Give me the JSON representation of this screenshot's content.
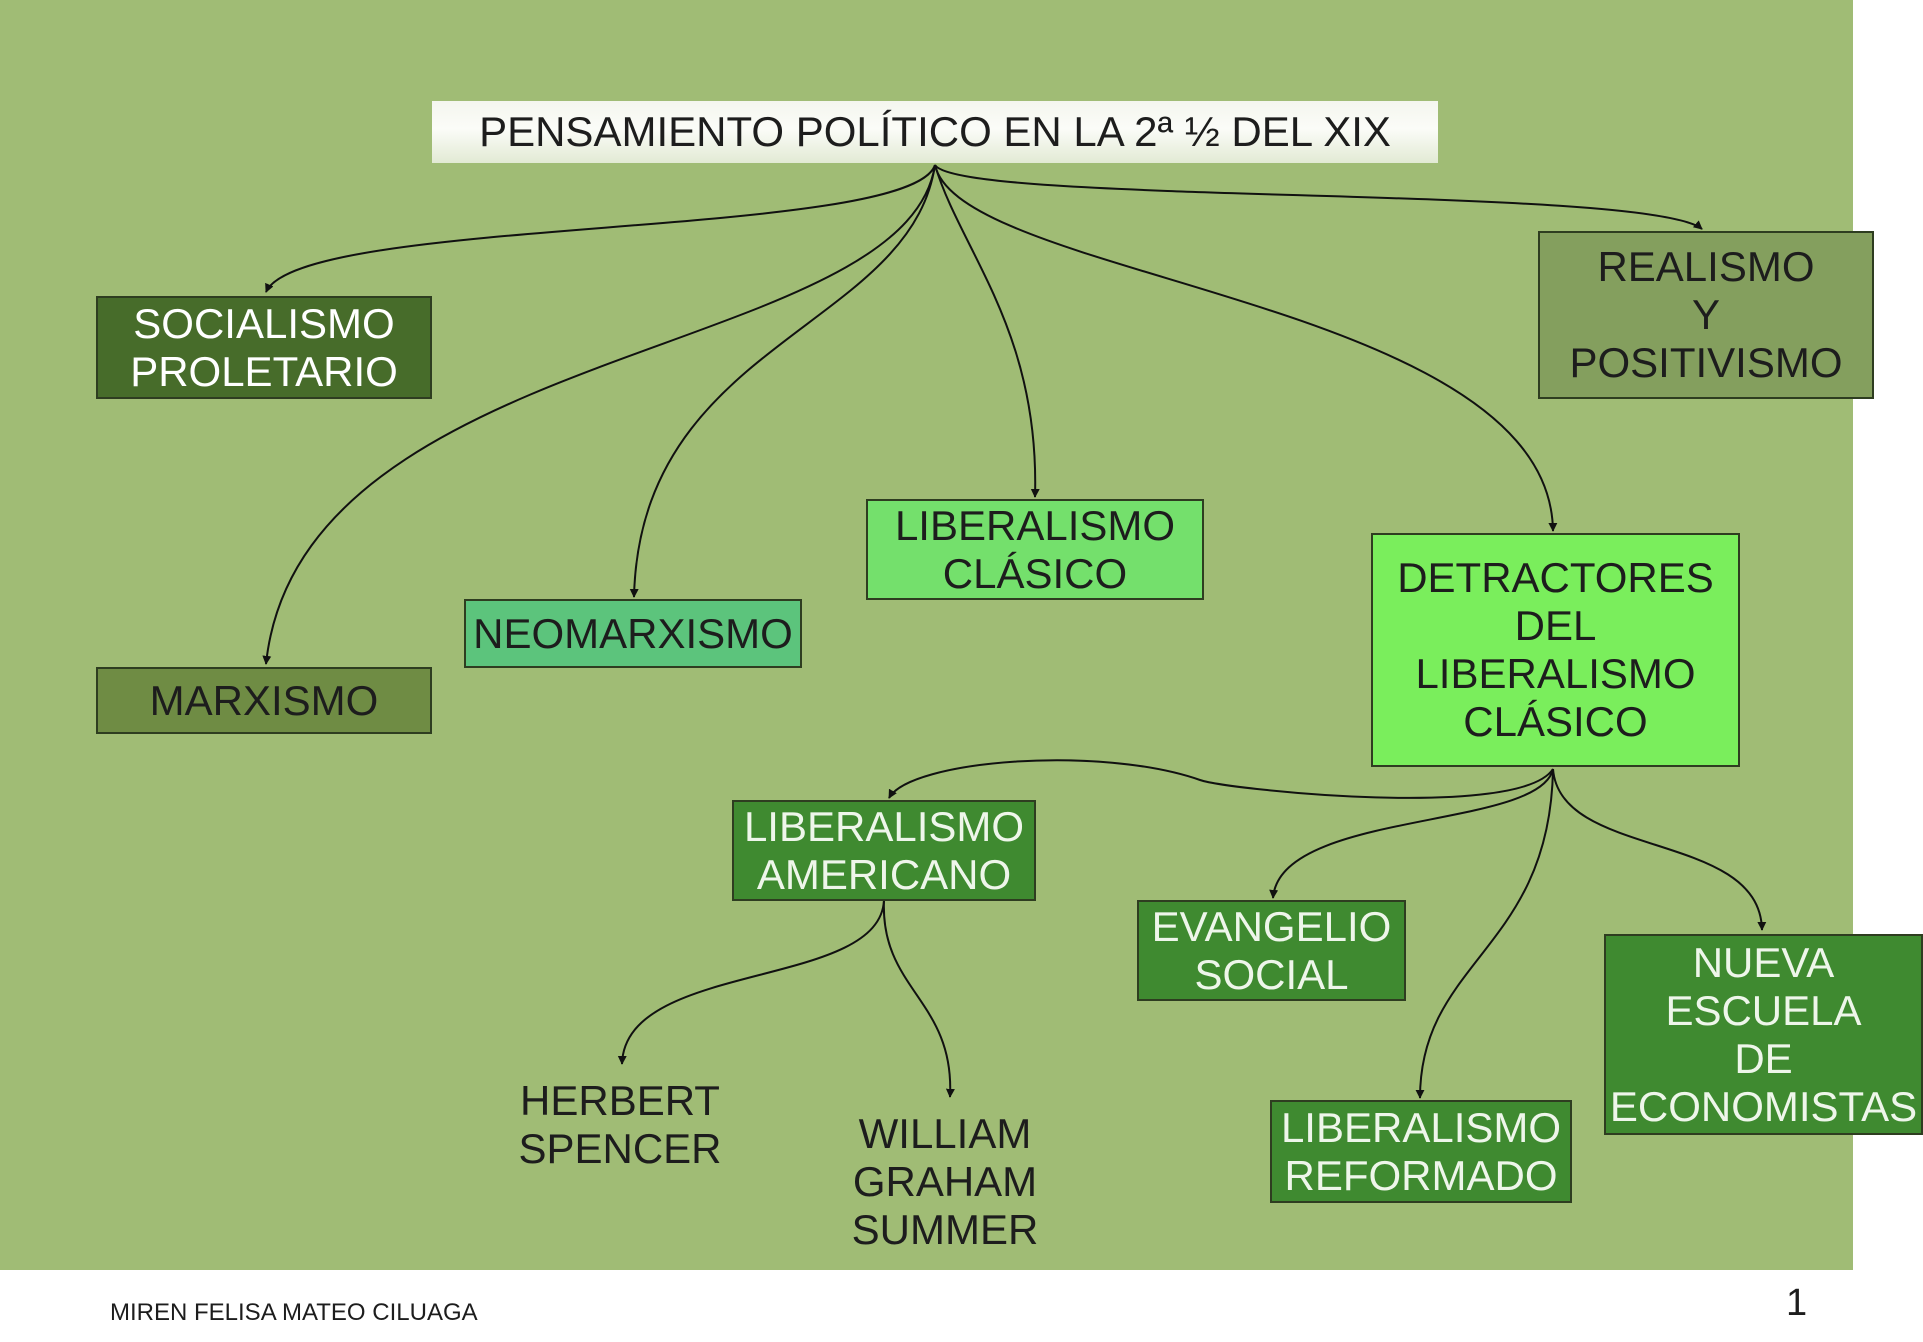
{
  "title": "PENSAMIENTO POLÍTICO EN LA 2ª ½ DEL XIX",
  "nodes": {
    "socialismo": "SOCIALISMO\nPROLETARIO",
    "realismo": "REALISMO\nY\nPOSITIVISMO",
    "marxismo": "MARXISMO",
    "neomarxismo": "NEOMARXISMO",
    "liberalismo_clasico": "LIBERALISMO\nCLÁSICO",
    "detractores": "DETRACTORES\nDEL\nLIBERALISMO\nCLÁSICO",
    "liberalismo_americano": "LIBERALISMO\nAMERICANO",
    "evangelio_social": "EVANGELIO\nSOCIAL",
    "nueva_escuela": "NUEVA\nESCUELA\nDE\nECONOMISTAS",
    "liberalismo_reformado": "LIBERALISMO\nREFORMADO",
    "herbert_spencer": "HERBERT\nSPENCER",
    "william_graham": "WILLIAM\nGRAHAM\nSUMMER"
  },
  "footer": {
    "author": "MIREN FELISA MATEO CILUAGA",
    "page": "1"
  },
  "colors": {
    "background": "#a0bc75",
    "dark_green": "#476c2a",
    "bright_green": "#7aee5c",
    "arrow": "#111111"
  }
}
